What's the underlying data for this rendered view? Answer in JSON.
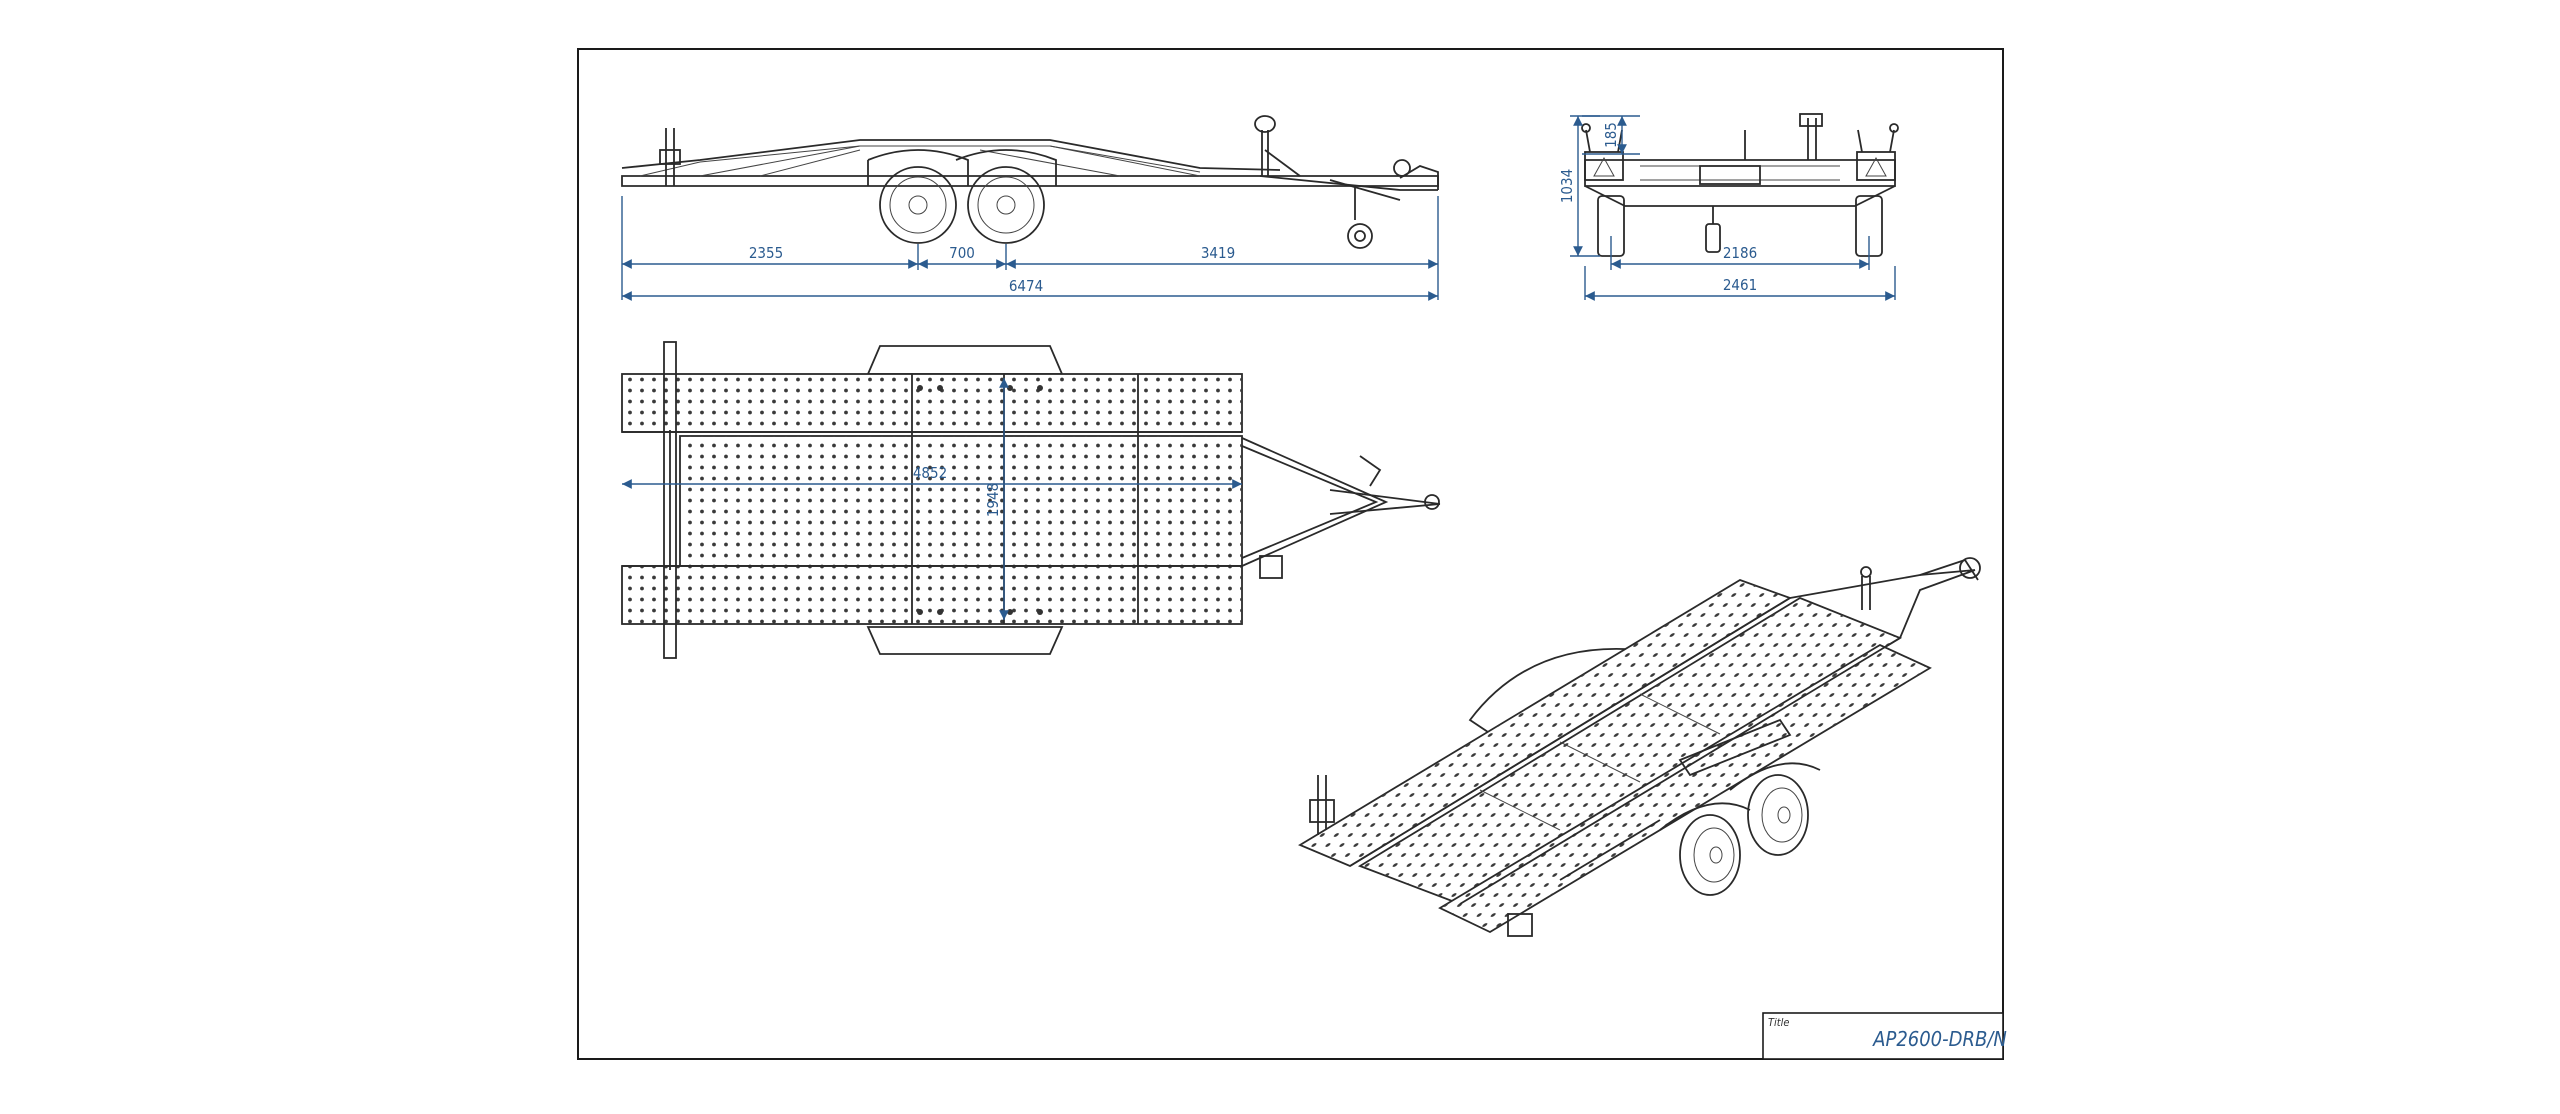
{
  "side_view": {
    "dims": [
      "2355",
      "700",
      "3419",
      "6474"
    ]
  },
  "front_view": {
    "dims": [
      "185",
      "1034",
      "2186",
      "2461"
    ]
  },
  "top_view": {
    "dims": [
      "4852",
      "1948"
    ]
  },
  "title_block": {
    "label": "Title",
    "value": "AP2600-DRB/N"
  },
  "colors": {
    "dimension": "#2b5b8f",
    "line": "#2a2a2a"
  }
}
